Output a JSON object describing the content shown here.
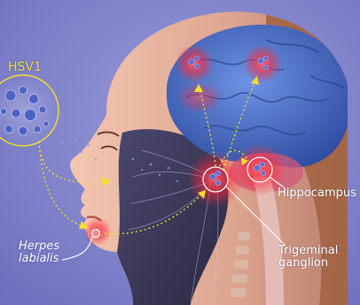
{
  "labels": {
    "virus": "HSV1",
    "lip_line1": "Herpes",
    "lip_line2": "labialis",
    "hippocampus": "Hippocampus",
    "ganglion_line1": "Trigeminal",
    "ganglion_line2": "ganglion"
  },
  "colors": {
    "background": "#7d7fc9",
    "virus_accent": "#f3df2c",
    "path_arrow": "#f3df2c",
    "infection_glow": "#ff2a3a",
    "brain": "#3f63b8",
    "skin": "#e9b59f",
    "label_text": "#ffffff"
  }
}
